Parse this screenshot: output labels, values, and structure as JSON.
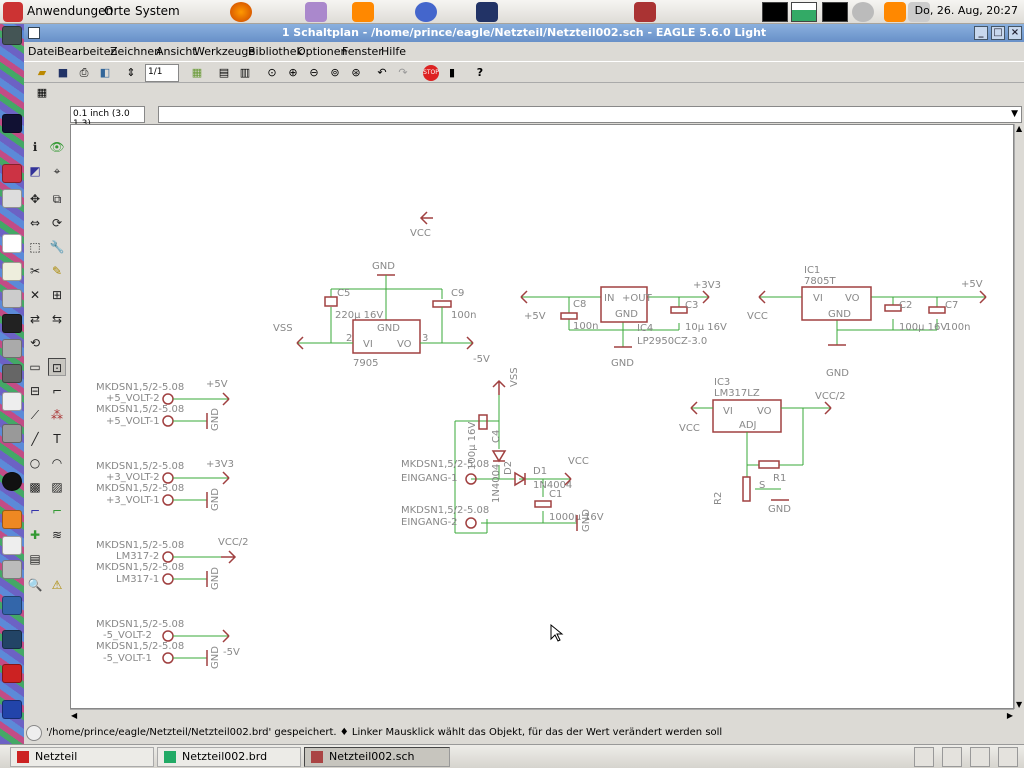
{
  "top_panel": {
    "menus": [
      "Anwendungen",
      "Orte",
      "System"
    ],
    "clock": "Do, 26. Aug, 20:27"
  },
  "window": {
    "title": "1 Schaltplan - /home/prince/eagle/Netzteil/Netzteil002.sch - EAGLE 5.6.0 Light",
    "menus": [
      "Datei",
      "Bearbeiten",
      "Zeichnen",
      "Ansicht",
      "Werkzeuge",
      "Bibliothek",
      "Optionen",
      "Fenster",
      "Hilfe"
    ],
    "zoom_value": "1/1",
    "coord_display": "0.1 inch (3.0 1.3)",
    "command_value": "",
    "status": "'/home/prince/eagle/Netzteil/Netzteil002.brd' gespeichert. ♦ Linker Mausklick wählt das Objekt, für das der Wert verändert werden soll"
  },
  "schematic": {
    "labels": {
      "vcc_top": "VCC",
      "gnd1": "GND",
      "c5": "C5",
      "c5v": "220µ 16V",
      "c9": "C9",
      "c9v": "100n",
      "gnd_ic": "GND",
      "vi": "VI",
      "vo": "VO",
      "pin2": "2",
      "pin3": "3",
      "vss": "VSS",
      "m5v": "-5V",
      "ic7905": "7905",
      "p5v_a": "+5V",
      "c8": "C8",
      "c8v": "100n",
      "in": "IN",
      "out": "+OUT",
      "gnd2": "GND",
      "ic4": "IC4",
      "lp": "LP2950CZ-3.0",
      "c3": "C3",
      "c3v": "10µ 16V",
      "p3v3": "+3V3",
      "gnd3": "GND",
      "ic1": "IC1",
      "ic7805": "7805T",
      "vcc_r": "VCC",
      "vi2": "VI",
      "vo2": "VO",
      "gnd4": "GND",
      "p5v_b": "+5V",
      "c2": "C2",
      "c2v": "100µ 16V",
      "c7": "C7",
      "c7v": "100n",
      "gnd5": "GND",
      "ic3": "IC3",
      "lm": "LM317LZ",
      "vcc3": "VCC",
      "vi3": "VI",
      "vo3": "VO",
      "adj": "ADJ",
      "vcc2": "VCC/2",
      "r1": "R1",
      "r2": "R2",
      "s": "S",
      "gnd6": "GND",
      "vss2": "VSS",
      "c4": "C4",
      "c4v": "100µ 16V",
      "d2": "D2",
      "d2v": "1N4004",
      "d1": "D1",
      "d1v": "1N4004",
      "vcc4": "VCC",
      "ein1_t": "MKDSN1,5/2-5.08",
      "ein1": "EINGANG-1",
      "ein2_t": "MKDSN1,5/2-5.08",
      "ein2": "EINGANG-2",
      "c1": "C1",
      "c1v": "1000µ 16V",
      "gnd7": "GND",
      "k5_t2": "MKDSN1,5/2-5.08",
      "k5_2": "+5_VOLT-2",
      "k5_t1": "MKDSN1,5/2-5.08",
      "k5_1": "+5_VOLT-1",
      "k5_net": "+5V",
      "k5_gnd": "GND",
      "k3_t2": "MKDSN1,5/2-5.08",
      "k3_2": "+3_VOLT-2",
      "k3_t1": "MKDSN1,5/2-5.08",
      "k3_1": "+3_VOLT-1",
      "k3_net": "+3V3",
      "k3_gnd": "GND",
      "kl_t2": "MKDSN1,5/2-5.08",
      "kl_2": "LM317-2",
      "kl_t1": "MKDSN1,5/2-5.08",
      "kl_1": "LM317-1",
      "kl_net": "VCC/2",
      "kl_gnd": "GND",
      "km_t2": "MKDSN1,5/2-5.08",
      "km_2": "-5_VOLT-2",
      "km_t1": "MKDSN1,5/2-5.08",
      "km_1": "-5_VOLT-1",
      "km_net": "-5V",
      "km_gnd": "GND"
    }
  },
  "taskbar": {
    "tasks": [
      "Netzteil",
      "Netzteil002.brd",
      "Netzteil002.sch"
    ]
  },
  "colors": {
    "wire": "#3aa83a",
    "symbol": "#a04040",
    "text": "#888888",
    "titlebar": "#6890c8"
  }
}
